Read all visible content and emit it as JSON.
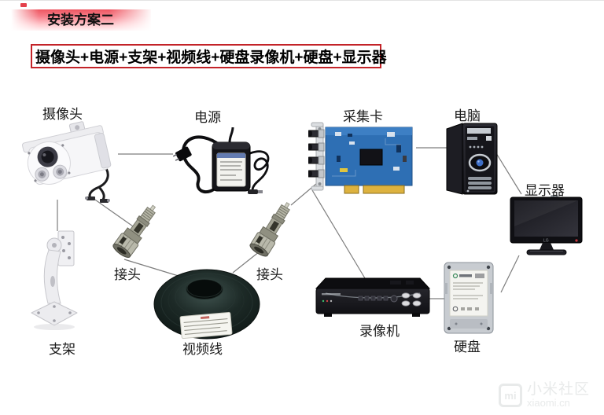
{
  "slide": {
    "title": "安装方案二",
    "formula": "摄像头+电源+支架+视频线+硬盘录像机+硬盘+显示器"
  },
  "components": {
    "camera": {
      "label": "摄像头"
    },
    "power": {
      "label": "电源"
    },
    "capture_card": {
      "label": "采集卡"
    },
    "computer": {
      "label": "电脑"
    },
    "monitor": {
      "label": "显示器",
      "brand": "LG"
    },
    "connector_left": {
      "label": "接头"
    },
    "connector_right": {
      "label": "接头"
    },
    "video_cable": {
      "label": "视频线"
    },
    "bracket": {
      "label": "支架"
    },
    "recorder": {
      "label": "录像机"
    },
    "hdd": {
      "label": "硬盘"
    }
  },
  "connections": [
    {
      "from": "camera",
      "to": "power"
    },
    {
      "from": "camera",
      "to": "bracket"
    },
    {
      "from": "camera",
      "to": "connector_left"
    },
    {
      "from": "connector_left",
      "to": "video_cable"
    },
    {
      "from": "video_cable",
      "to": "connector_right"
    },
    {
      "from": "connector_right",
      "to": "capture_card"
    },
    {
      "from": "capture_card",
      "to": "computer"
    },
    {
      "from": "capture_card",
      "to": "recorder"
    },
    {
      "from": "computer",
      "to": "monitor"
    },
    {
      "from": "monitor",
      "to": "hdd"
    },
    {
      "from": "recorder",
      "to": "hdd"
    }
  ],
  "watermark": {
    "logo_text": "mi",
    "name": "小米社区",
    "domain": "xiaomi.cn"
  },
  "colors": {
    "accent_red": "#c32328",
    "title_bar_red": "#ee5560",
    "line_gray": "#7d7d7d",
    "watermark_gray": "#e8eaea"
  }
}
